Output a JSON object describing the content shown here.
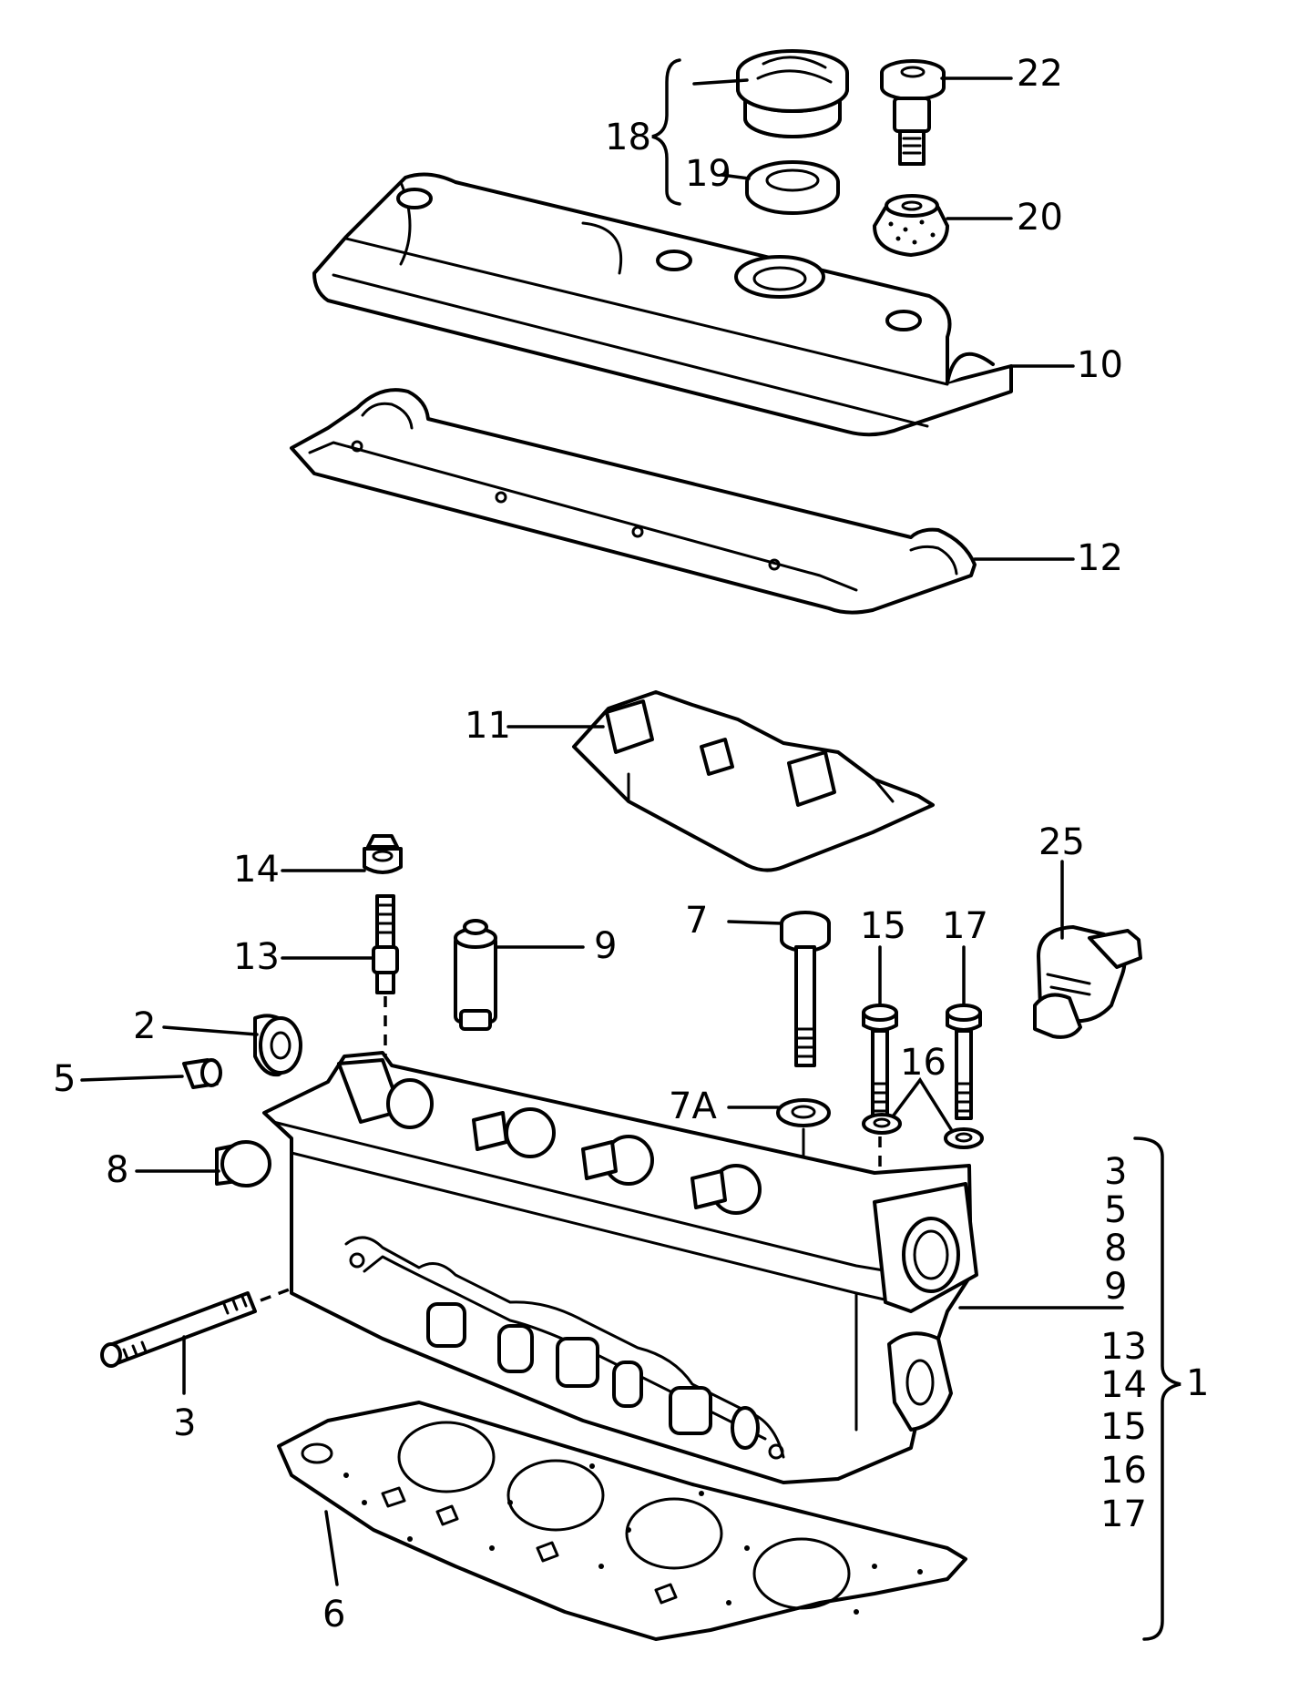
{
  "callouts": {
    "c1": "1",
    "c2": "2",
    "c3": "3",
    "c5": "5",
    "c6": "6",
    "c7": "7",
    "c7a": "7A",
    "c8": "8",
    "c9": "9",
    "c10": "10",
    "c11": "11",
    "c12": "12",
    "c13": "13",
    "c14": "14",
    "c15": "15",
    "c16": "16",
    "c17": "17",
    "c18": "18",
    "c19": "19",
    "c20": "20",
    "c22": "22",
    "c25": "25"
  },
  "kit_list": [
    "3",
    "5",
    "8",
    "9",
    "13",
    "14",
    "15",
    "16",
    "17"
  ]
}
